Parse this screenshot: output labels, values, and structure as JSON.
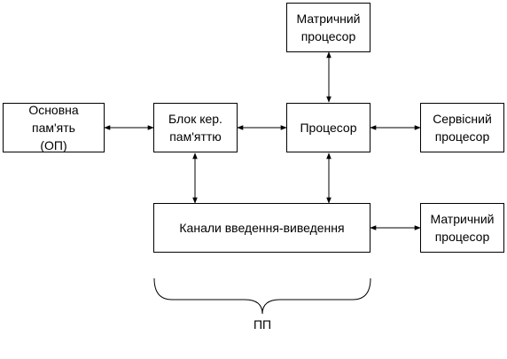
{
  "diagram": {
    "blocks": {
      "main_memory": "Основна\nпам'ять\n(ОП)",
      "memory_controller": "Блок кер.\nпам'яттю",
      "processor": "Процесор",
      "matrix_processor_top": "Матричний\nпроцесор",
      "service_processor": "Сервісний\nпроцесор",
      "io_channels": "Канали введення-виведення",
      "matrix_processor_right": "Матричний\nпроцесор"
    },
    "brace_label": "ПП"
  }
}
